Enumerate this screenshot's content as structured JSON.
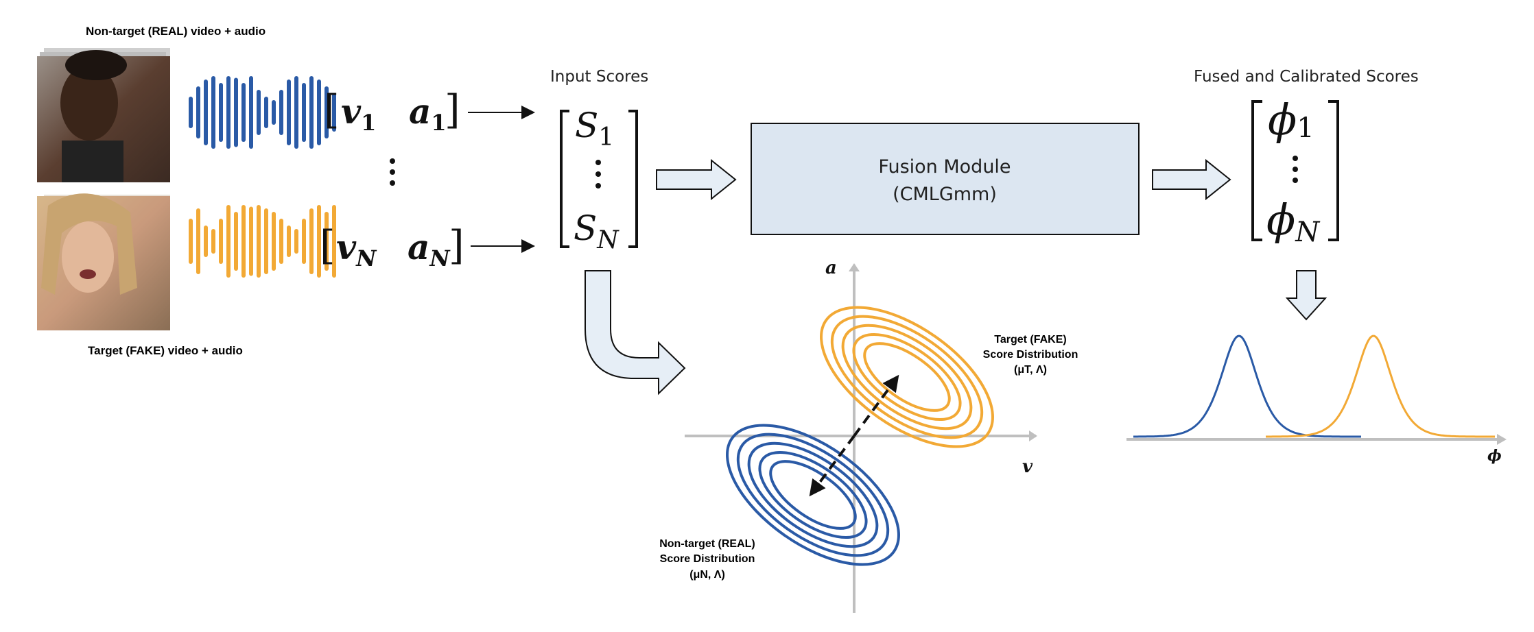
{
  "inputs": {
    "real_label": "Non-target (REAL) video + audio",
    "fake_label": "Target (FAKE) video + audio",
    "row1": {
      "v": "v",
      "v_sub": "1",
      "a": "a",
      "a_sub": "1"
    },
    "rowN": {
      "v": "v",
      "v_sub": "N",
      "a": "a",
      "a_sub": "N"
    }
  },
  "input_scores": {
    "title": "Input Scores",
    "top": "S",
    "top_sub": "1",
    "bottom": "S",
    "bottom_sub": "N"
  },
  "fusion": {
    "line1": "Fusion Module",
    "line2": "(CMLGmm)"
  },
  "output_scores": {
    "title": "Fused and Calibrated Scores",
    "top": "ϕ",
    "top_sub": "1",
    "bottom": "ϕ",
    "bottom_sub": "N"
  },
  "gmm_plot": {
    "x_axis_label": "v",
    "y_axis_label": "a",
    "target_label_1": "Target (FAKE)",
    "target_label_2": "Score Distribution",
    "target_params": "(μT, Λ)",
    "nontarget_label_1": "Non-target (REAL)",
    "nontarget_label_2": "Score Distribution",
    "nontarget_params": "(μN, Λ)"
  },
  "calibrated_plot": {
    "x_axis_label": "ϕ"
  },
  "colors": {
    "real": "#2a5aa6",
    "fake": "#f2a935",
    "box_fill": "#dce6f1",
    "arrow_fill": "#e6eef6",
    "axis": "#bfbfbf"
  }
}
